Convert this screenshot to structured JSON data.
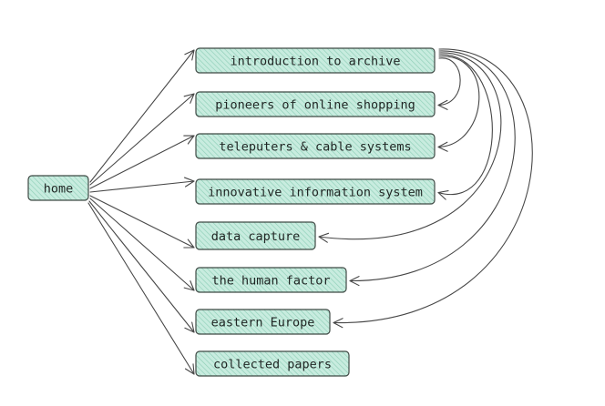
{
  "colors": {
    "node_fill": "#c8ecdf",
    "node_hatch": "#8fcfb8",
    "node_stroke": "#3f4a45",
    "edge": "#474747"
  },
  "root": {
    "id": "home",
    "label": "home"
  },
  "pages": [
    {
      "id": "introduction",
      "label": "introduction to archive"
    },
    {
      "id": "pioneers",
      "label": "pioneers of online shopping"
    },
    {
      "id": "teleputers",
      "label": "teleputers & cable systems"
    },
    {
      "id": "innovative",
      "label": "innovative information system"
    },
    {
      "id": "data-capture",
      "label": "data capture"
    },
    {
      "id": "human-factor",
      "label": "the human factor"
    },
    {
      "id": "eastern-europe",
      "label": "eastern Europe"
    },
    {
      "id": "collected-papers",
      "label": "collected papers"
    }
  ],
  "edges": [
    {
      "from": "home",
      "to": "introduction"
    },
    {
      "from": "home",
      "to": "pioneers"
    },
    {
      "from": "home",
      "to": "teleputers"
    },
    {
      "from": "home",
      "to": "innovative"
    },
    {
      "from": "home",
      "to": "data-capture"
    },
    {
      "from": "home",
      "to": "human-factor"
    },
    {
      "from": "home",
      "to": "eastern-europe"
    },
    {
      "from": "home",
      "to": "collected-papers"
    },
    {
      "from": "introduction",
      "to": "pioneers"
    },
    {
      "from": "introduction",
      "to": "teleputers"
    },
    {
      "from": "introduction",
      "to": "innovative"
    },
    {
      "from": "introduction",
      "to": "data-capture"
    },
    {
      "from": "introduction",
      "to": "human-factor"
    },
    {
      "from": "introduction",
      "to": "eastern-europe"
    }
  ]
}
